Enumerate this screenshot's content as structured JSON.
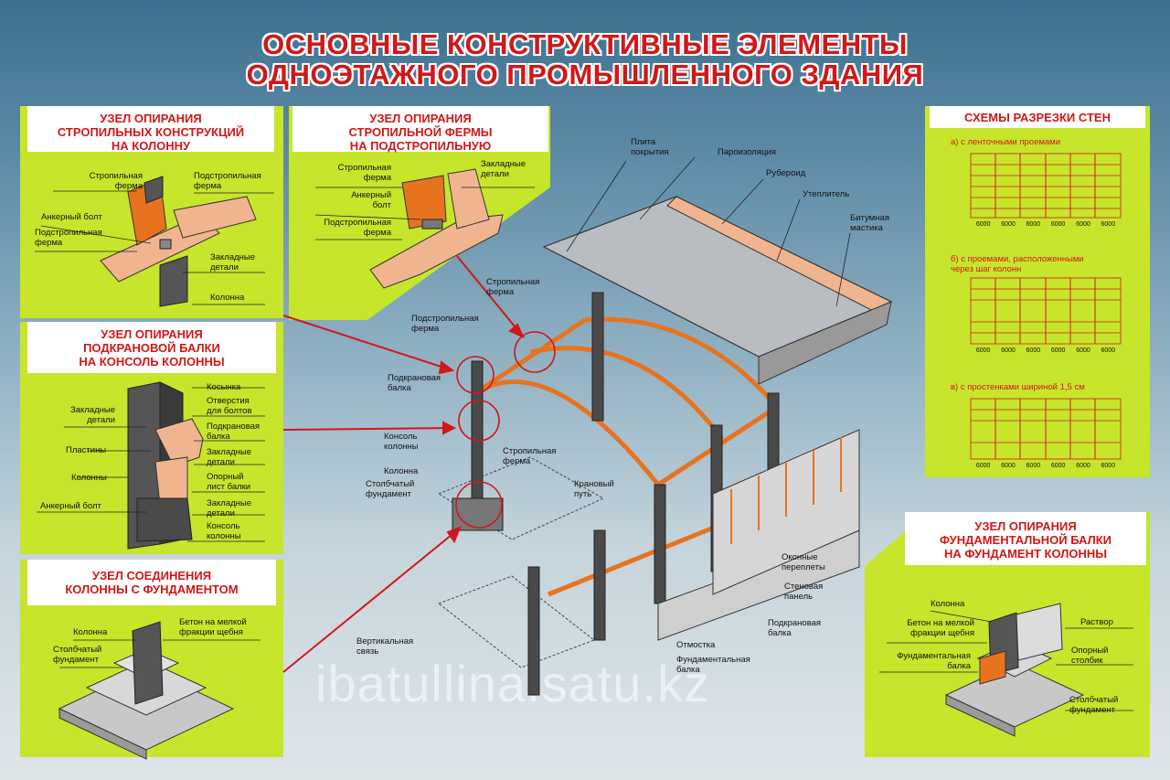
{
  "title": {
    "line1": "ОСНОВНЫЕ КОНСТРУКТИВНЫЕ ЭЛЕМЕНТЫ",
    "line2": "ОДНОЭТАЖНОГО ПРОМЫШЛЕННОГО ЗДАНИЯ"
  },
  "node_truss_column": {
    "title": "УЗЕЛ ОПИРАНИЯ\nСТРОПИЛЬНЫХ КОНСТРУКЦИЙ\nНА КОЛОННУ",
    "labels": [
      "Стропильная\nферма",
      "Подстропильная\nферма",
      "Анкерный болт",
      "Подстропильная\nферма",
      "Закладные\nдетали",
      "Колонна"
    ]
  },
  "node_truss_subtruss": {
    "title": "УЗЕЛ ОПИРАНИЯ\nСТРОПИЛЬНОЙ ФЕРМЫ\nНА ПОДСТРОПИЛЬНУЮ",
    "labels": [
      "Стропильная\nферма",
      "Закладные\nдетали",
      "Анкерный\nболт",
      "Подстропильная\nферма"
    ]
  },
  "node_crane_beam": {
    "title": "УЗЕЛ ОПИРАНИЯ\nПОДКРАНОВОЙ БАЛКИ\nНА КОНСОЛЬ КОЛОННЫ",
    "labels": [
      "Закладные\nдетали",
      "Пластины",
      "Колонны",
      "Анкерный болт",
      "Косынка",
      "Отверстия\nдля болтов",
      "Подкрановая\nбалка",
      "Закладные\nдетали",
      "Опорный\nлист балки",
      "Закладные\nдетали",
      "Консоль\nколонны"
    ]
  },
  "node_column_foundation": {
    "title": "УЗЕЛ СОЕДИНЕНИЯ\nКОЛОННЫ С ФУНДАМЕНТОМ",
    "labels": [
      "Колонна",
      "Столбчатый\nфундамент",
      "Бетон на мелкой\nфракции щебня"
    ]
  },
  "wall_schemes": {
    "title": "СХЕМЫ РАЗРЕЗКИ СТЕН",
    "schemes": [
      {
        "caption": "а) с ленточными проемами",
        "dims": [
          "6000",
          "6000",
          "6000",
          "6000",
          "6000",
          "6000"
        ]
      },
      {
        "caption": "б) с проемами, расположенными\n    через шаг колонн",
        "dims": [
          "6000",
          "6000",
          "6000",
          "6000",
          "6000",
          "6000"
        ]
      },
      {
        "caption": "в) с простенками шириной 1,5 см",
        "dims": [
          "6000",
          "6000",
          "6000",
          "6000",
          "6000",
          "6000"
        ]
      }
    ]
  },
  "node_foundation_beam": {
    "title": "УЗЕЛ ОПИРАНИЯ\nФУНДАМЕНТАЛЬНОЙ БАЛКИ\nНА ФУНДАМЕНТ КОЛОННЫ",
    "labels": [
      "Колонна",
      "Бетон на мелкой\nфракции щебня",
      "Фундаментальная\nбалка",
      "Раствор",
      "Опорный\nстолбик",
      "Столбчатый\nфундамент"
    ]
  },
  "main": {
    "labels": [
      "Плита\nпокрытия",
      "Пароизоляция",
      "Рубероид",
      "Утеплитель",
      "Битумная\nмастика",
      "Стропильная\nферма",
      "Подстропильная\nферма",
      "Подкрановая\nбалка",
      "Консоль\nколонны",
      "Колонна",
      "Столбчатый\nфундамент",
      "Стропильная\nферма",
      "Крановый\nпуть",
      "Оконные\nпереплеты",
      "Стеновая\nпанель",
      "Подкрановая\nбалка",
      "Вертикальная\nсвязь",
      "Отмостка",
      "Фундаментальная\nбалка"
    ]
  },
  "watermark": "ibatullina.satu.kz",
  "colors": {
    "panel": "#c7e52b",
    "title_red": "#d01818",
    "orange": "#e8731f",
    "column": "#4a4a4a"
  }
}
